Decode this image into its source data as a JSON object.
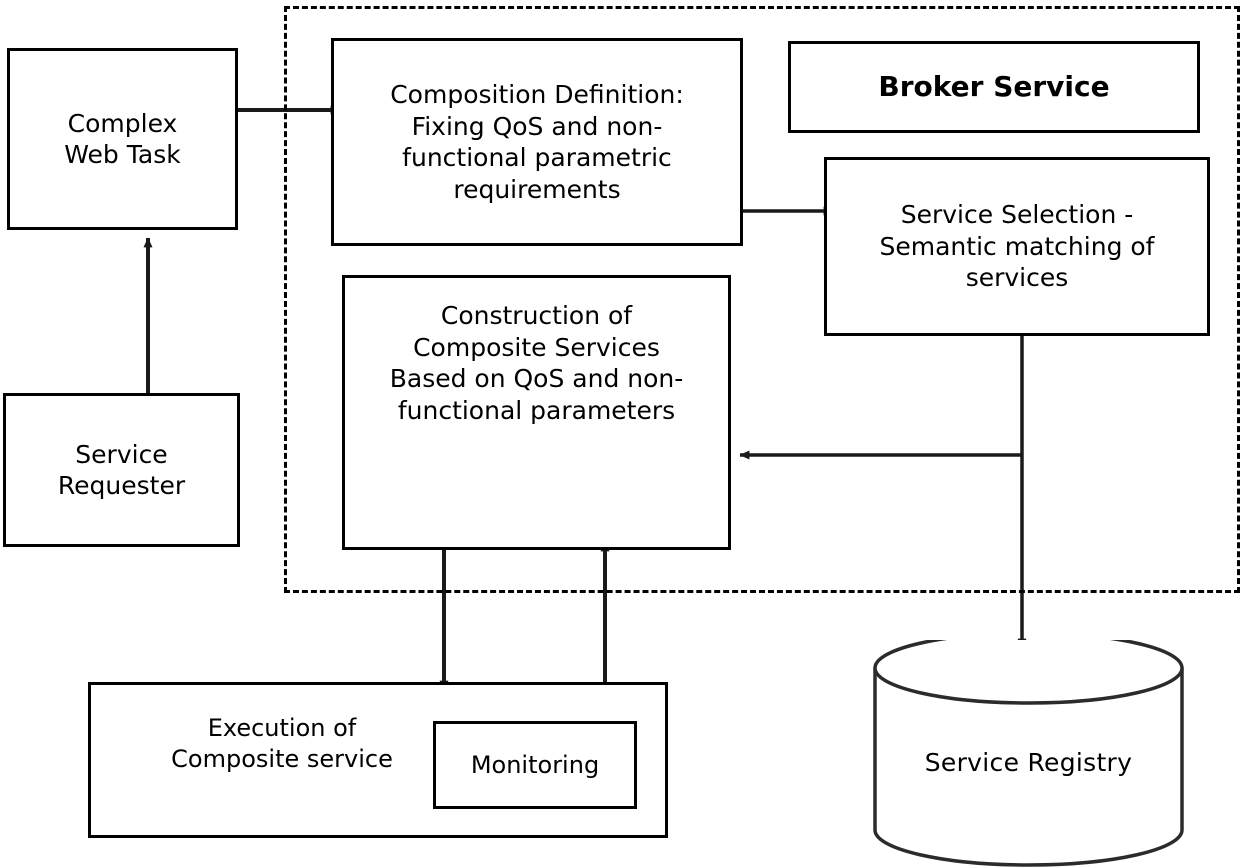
{
  "diagram": {
    "title": "Broker Service based Web Service Composition Architecture",
    "type": "flow-diagram",
    "stroke_color": "#000000",
    "background_color": "#ffffff",
    "boundary": {
      "label": "Broker Service boundary",
      "style": "dashed"
    },
    "nodes": {
      "complex_web_task": {
        "label": "Complex\nWeb Task",
        "shape": "rectangle"
      },
      "service_requester": {
        "label": "Service\nRequester",
        "shape": "rectangle"
      },
      "composition_definition": {
        "label": "Composition Definition:\nFixing QoS and non-\nfunctional parametric\nrequirements",
        "shape": "rectangle"
      },
      "broker_service": {
        "label": "Broker Service",
        "shape": "rectangle",
        "bold": true
      },
      "service_selection": {
        "label": "Service Selection -\nSemantic matching of\nservices",
        "shape": "rectangle"
      },
      "construction_composite": {
        "label": "Construction of\nComposite Services\nBased on QoS and non-\nfunctional parameters",
        "shape": "rectangle"
      },
      "execution_composite": {
        "label": "Execution of\nComposite service",
        "shape": "rectangle"
      },
      "monitoring": {
        "label": "Monitoring",
        "shape": "rectangle"
      },
      "service_registry": {
        "label": "Service Registry",
        "shape": "cylinder"
      }
    },
    "edges": [
      {
        "name": "requester-to-task",
        "from": "service_requester",
        "to": "complex_web_task",
        "arrow": "single",
        "direction": "up"
      },
      {
        "name": "task-to-composition",
        "from": "complex_web_task",
        "to": "composition_definition",
        "arrow": "single",
        "direction": "right"
      },
      {
        "name": "composition-to-selection",
        "from": "composition_definition",
        "to": "service_selection",
        "arrow": "single",
        "direction": "right"
      },
      {
        "name": "selection-to-construction",
        "from": "service_selection",
        "to": "construction_composite",
        "arrow": "single",
        "direction": "left"
      },
      {
        "name": "selection-to-registry",
        "from": "service_selection",
        "to": "service_registry",
        "arrow": "single",
        "direction": "down"
      },
      {
        "name": "construction-to-execution",
        "from": "construction_composite",
        "to": "execution_composite",
        "arrow": "single",
        "direction": "down"
      },
      {
        "name": "execution-to-construction",
        "from": "execution_composite",
        "to": "construction_composite",
        "arrow": "single",
        "direction": "up"
      }
    ]
  }
}
